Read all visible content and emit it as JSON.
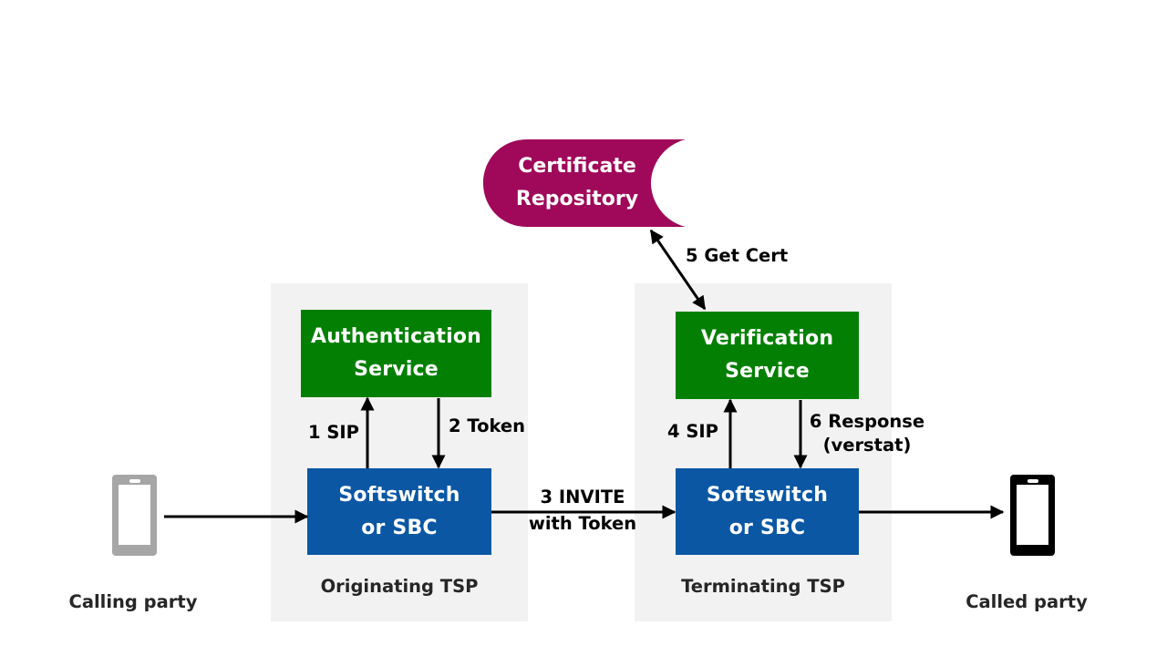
{
  "diagram": {
    "certificate_repository": {
      "lines": [
        "Certificate",
        "Repository"
      ],
      "color": "#a0085a"
    },
    "panels": {
      "originating": {
        "caption": "Originating TSP",
        "auth_service": {
          "lines": [
            "Authentication",
            "Service"
          ],
          "color": "#038003"
        },
        "softswitch": {
          "lines": [
            "Softswitch",
            "or SBC"
          ],
          "color": "#0b57a4"
        }
      },
      "terminating": {
        "caption": "Terminating TSP",
        "verification_service": {
          "lines": [
            "Verification",
            "Service"
          ],
          "color": "#038003"
        },
        "softswitch": {
          "lines": [
            "Softswitch",
            "or SBC"
          ],
          "color": "#0b57a4"
        }
      },
      "panel_color": "#f2f2f2"
    },
    "endpoints": {
      "calling_party": {
        "caption": "Calling party",
        "icon": "smartphone-icon",
        "color": "#a6a6a6"
      },
      "called_party": {
        "caption": "Called party",
        "icon": "smartphone-icon",
        "color": "#000000"
      }
    },
    "steps": [
      {
        "id": "1",
        "lines": [
          "1 SIP"
        ],
        "from": "Originating Softswitch or SBC",
        "to": "Authentication Service"
      },
      {
        "id": "2",
        "lines": [
          "2 Token"
        ],
        "from": "Authentication Service",
        "to": "Originating Softswitch or SBC"
      },
      {
        "id": "3",
        "lines": [
          "3 INVITE",
          "with Token"
        ],
        "from": "Originating Softswitch or SBC",
        "to": "Terminating Softswitch or SBC"
      },
      {
        "id": "4",
        "lines": [
          "4 SIP"
        ],
        "from": "Terminating Softswitch or SBC",
        "to": "Verification Service"
      },
      {
        "id": "5",
        "lines": [
          "5 Get Cert"
        ],
        "from": "Verification Service",
        "to": "Certificate Repository",
        "bidirectional": true
      },
      {
        "id": "6",
        "lines": [
          "6 Response",
          "(verstat)"
        ],
        "from": "Verification Service",
        "to": "Terminating Softswitch or SBC"
      }
    ],
    "connections": [
      {
        "from": "Calling party",
        "to": "Originating Softswitch or SBC"
      },
      {
        "from": "Terminating Softswitch or SBC",
        "to": "Called party"
      }
    ]
  }
}
